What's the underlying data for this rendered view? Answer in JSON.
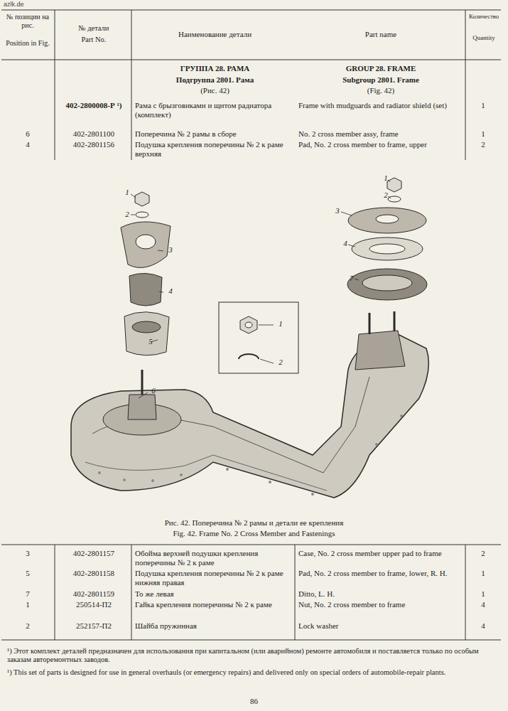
{
  "diagram": {
    "labels": [
      "azlk.de",
      "№ позиции на рис.",
      "Position in Fig.",
      "№ детали",
      "Part No.",
      "Наименование детали",
      "Part name",
      "Количество",
      "Quantity",
      "ГРУППА 28. РАМА",
      "Подгруппа 2801. Рама",
      "(Рис. 42)",
      "GROUP 28. FRAME",
      "Subgroup 2801. Frame",
      "(Fig. 42)",
      "402-2800008-Р ¹)",
      "Рама с брызговиками и щитом радиатора (комплект)",
      "Frame with mudguards and radiator shield (set)",
      "1",
      "6",
      "402-2801100",
      "Поперечина № 2 рамы в сборе",
      "No. 2 cross member assy, frame",
      "1",
      "4",
      "402-2801156",
      "Подушка крепления поперечины № 2 к раме верхняя",
      "Pad, No. 2 cross member to frame, upper",
      "2",
      "1",
      "2",
      "3",
      "4",
      "5",
      "6",
      "1",
      "2",
      "3",
      "4",
      "7",
      "1",
      "2",
      "Рис. 42. Поперечина № 2 рамы и детали ее крепления",
      "Fig. 42. Frame No. 2 Cross Member and Fastenings",
      "3",
      "402-2801157",
      "Обойма верхней подушки крепления поперечины № 2 к раме",
      "Case, No. 2 cross member upper pad to frame",
      "2",
      "5",
      "402-2801158",
      "Подушка крепления поперечины № 2 к раме нижняя правая",
      "Pad, No. 2 cross member to frame, lower, R. H.",
      "1",
      "7",
      "402-2801159",
      "То же левая",
      "Ditto, L. H.",
      "1",
      "1",
      "250514-П2",
      "Гайка крепления поперечины № 2 к раме",
      "Nut, No. 2 cross member to frame",
      "4",
      "2",
      "252157-П2",
      "Шайба пружинная",
      "Lock washer",
      "4",
      "¹) Этот комплект деталей предназначен для использования при капитальном (или аварийном) ремонте автомобиля и поставляется только по особым заказам авторемонтных заводов.",
      "¹) This set of parts is designed for use in general overhauls (or emergency repairs) and delivered only on special orders of automobile-repair plants.",
      "86"
    ]
  }
}
